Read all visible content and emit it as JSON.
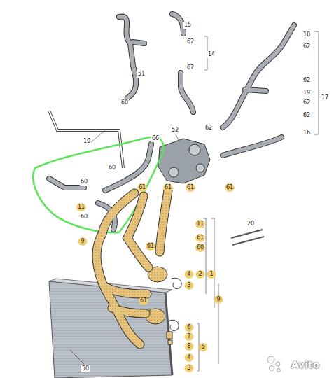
{
  "diagram": {
    "labels": [
      "15",
      "62",
      "14",
      "62",
      "18",
      "62",
      "62",
      "19",
      "62",
      "17",
      "62",
      "16",
      "51",
      "60",
      "10",
      "52",
      "62",
      "66",
      "60",
      "60",
      "11",
      "60",
      "61",
      "61",
      "61",
      "61",
      "11",
      "9",
      "61",
      "60",
      "61",
      "2",
      "1",
      "4",
      "3",
      "9",
      "61",
      "6",
      "7",
      "8",
      "5",
      "4",
      "3",
      "20",
      "50",
      "Avito"
    ]
  }
}
